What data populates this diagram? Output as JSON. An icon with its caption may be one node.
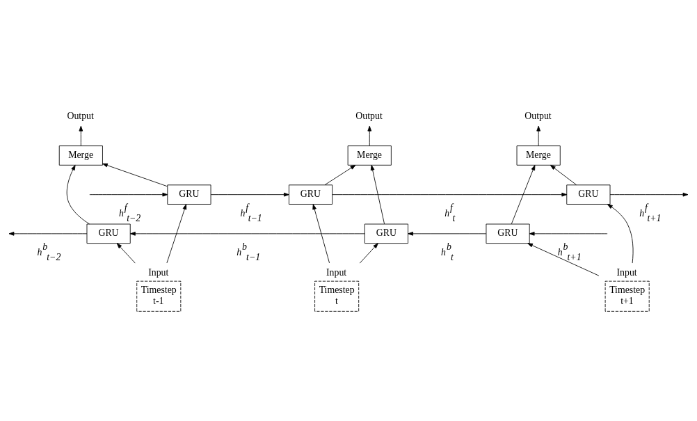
{
  "diagram": {
    "nodes": [
      {
        "text": [
          "Output"
        ]
      },
      {
        "text": [
          "Output"
        ]
      },
      {
        "text": [
          "Output"
        ]
      },
      {
        "text": [
          "Merge"
        ]
      },
      {
        "text": [
          "Merge"
        ]
      },
      {
        "text": [
          "Merge"
        ]
      },
      {
        "text": [
          "GRU"
        ]
      },
      {
        "text": [
          "GRU"
        ]
      },
      {
        "text": [
          "GRU"
        ]
      },
      {
        "text": [
          "GRU"
        ]
      },
      {
        "text": [
          "GRU"
        ]
      },
      {
        "text": [
          "GRU"
        ]
      },
      {
        "text": [
          "Input",
          "Timestep t-1"
        ]
      },
      {
        "text": [
          "Input",
          "Timestep t"
        ]
      },
      {
        "text": [
          "Input",
          "Timestep t+1"
        ]
      }
    ],
    "edges": [
      {
        "from": null,
        "to": 6,
        "arrow": "to",
        "label": "*h*$^{f}$$_{t−2}$"
      },
      {
        "from": 6,
        "to": 7,
        "arrow": "to",
        "label": "*h*$^{f}$$_{t−1}$"
      },
      {
        "from": 7,
        "to": 8,
        "arrow": "to",
        "label": "*h*$^{f}$$_{t}$"
      },
      {
        "from": 8,
        "to": null,
        "arrow": "to",
        "label": "*h*$^{f}$$_{t+1}$"
      },
      {
        "from": null,
        "to": 11,
        "arrow": "to",
        "label": "*h*$^{b}$$_{t+1}$"
      },
      {
        "from": 11,
        "to": 10,
        "arrow": "to",
        "label": "*h*$^{b}$$_{t}$"
      },
      {
        "from": 10,
        "to": 9,
        "arrow": "to",
        "label": "*h*$^{b}$$_{t−1}$"
      },
      {
        "from": 9,
        "to": null,
        "arrow": "to",
        "label": "*h*$^{b}$$_{t−2}$"
      },
      {
        "from": 6,
        "to": 3,
        "arrow": "to"
      },
      {
        "from": 9,
        "to": 3,
        "arrow": "to"
      },
      {
        "from": 3,
        "to": 0,
        "arrow": "to"
      },
      {
        "from": 7,
        "to": 4,
        "arrow": "to"
      },
      {
        "from": 10,
        "to": 4,
        "arrow": "to"
      },
      {
        "from": 4,
        "to": 1,
        "arrow": "to"
      },
      {
        "from": 8,
        "to": 5,
        "arrow": "to"
      },
      {
        "from": 11,
        "to": 5,
        "arrow": "to"
      },
      {
        "from": 5,
        "to": 2,
        "arrow": "to"
      },
      {
        "from": 12,
        "to": 6,
        "arrow": "to"
      },
      {
        "from": 12,
        "to": 9,
        "arrow": "to"
      },
      {
        "from": 13,
        "to": 7,
        "arrow": "to"
      },
      {
        "from": 13,
        "to": 10,
        "arrow": "to"
      },
      {
        "from": 14,
        "to": 8,
        "arrow": "to"
      },
      {
        "from": 14,
        "to": 11,
        "arrow": "to"
      }
    ]
  }
}
